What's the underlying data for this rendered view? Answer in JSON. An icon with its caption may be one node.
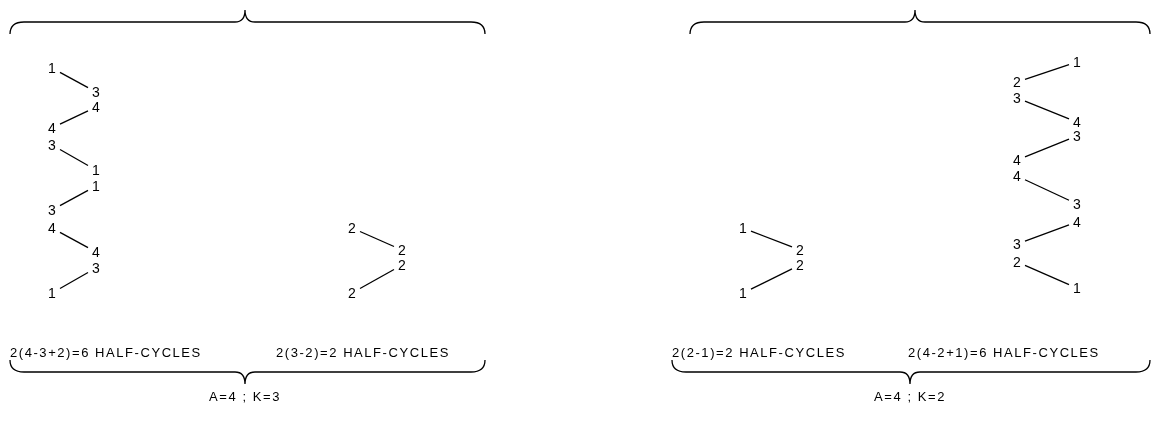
{
  "diagram": {
    "nodes": [
      {
        "text": [
          "1"
        ]
      },
      {
        "text": [
          "3"
        ]
      },
      {
        "text": [
          "4"
        ]
      },
      {
        "text": [
          "4"
        ]
      },
      {
        "text": [
          "3"
        ]
      },
      {
        "text": [
          "1"
        ]
      },
      {
        "text": [
          "1"
        ]
      },
      {
        "text": [
          "3"
        ]
      },
      {
        "text": [
          "4"
        ]
      },
      {
        "text": [
          "4"
        ]
      },
      {
        "text": [
          "3"
        ]
      },
      {
        "text": [
          "1"
        ]
      },
      {
        "text": [
          "2"
        ]
      },
      {
        "text": [
          "2"
        ]
      },
      {
        "text": [
          "2"
        ]
      },
      {
        "text": [
          "2"
        ]
      },
      {
        "text": [
          "1"
        ]
      },
      {
        "text": [
          "2"
        ]
      },
      {
        "text": [
          "2"
        ]
      },
      {
        "text": [
          "1"
        ]
      },
      {
        "text": [
          "1"
        ]
      },
      {
        "text": [
          "2"
        ]
      },
      {
        "text": [
          "3"
        ]
      },
      {
        "text": [
          "4"
        ]
      },
      {
        "text": [
          "3"
        ]
      },
      {
        "text": [
          "4"
        ]
      },
      {
        "text": [
          "4"
        ]
      },
      {
        "text": [
          "3"
        ]
      },
      {
        "text": [
          "4"
        ]
      },
      {
        "text": [
          "3"
        ]
      },
      {
        "text": [
          "2"
        ]
      },
      {
        "text": [
          "1"
        ]
      }
    ],
    "edges": [
      {
        "from": 0,
        "to": 1,
        "arrow": "none"
      },
      {
        "from": 3,
        "to": 2,
        "arrow": "none"
      },
      {
        "from": 4,
        "to": 5,
        "arrow": "none"
      },
      {
        "from": 7,
        "to": 6,
        "arrow": "none"
      },
      {
        "from": 8,
        "to": 9,
        "arrow": "none"
      },
      {
        "from": 11,
        "to": 10,
        "arrow": "none"
      },
      {
        "from": 12,
        "to": 13,
        "arrow": "none"
      },
      {
        "from": 15,
        "to": 14,
        "arrow": "none"
      },
      {
        "from": 16,
        "to": 17,
        "arrow": "none"
      },
      {
        "from": 19,
        "to": 18,
        "arrow": "none"
      },
      {
        "from": 21,
        "to": 20,
        "arrow": "none"
      },
      {
        "from": 22,
        "to": 23,
        "arrow": "none"
      },
      {
        "from": 25,
        "to": 24,
        "arrow": "none"
      },
      {
        "from": 26,
        "to": 27,
        "arrow": "none"
      },
      {
        "from": 29,
        "to": 28,
        "arrow": "none"
      },
      {
        "from": 30,
        "to": 31,
        "arrow": "none"
      }
    ],
    "labels": [
      "2(4-3+2)=6 HALF-CYCLES",
      "2(3-2)=2 HALF-CYCLES",
      "2(2-1)=2 HALF-CYCLES",
      "2(4-2+1)=6 HALF-CYCLES",
      "A=4 ; K=3",
      "A=4 ; K=2"
    ]
  }
}
